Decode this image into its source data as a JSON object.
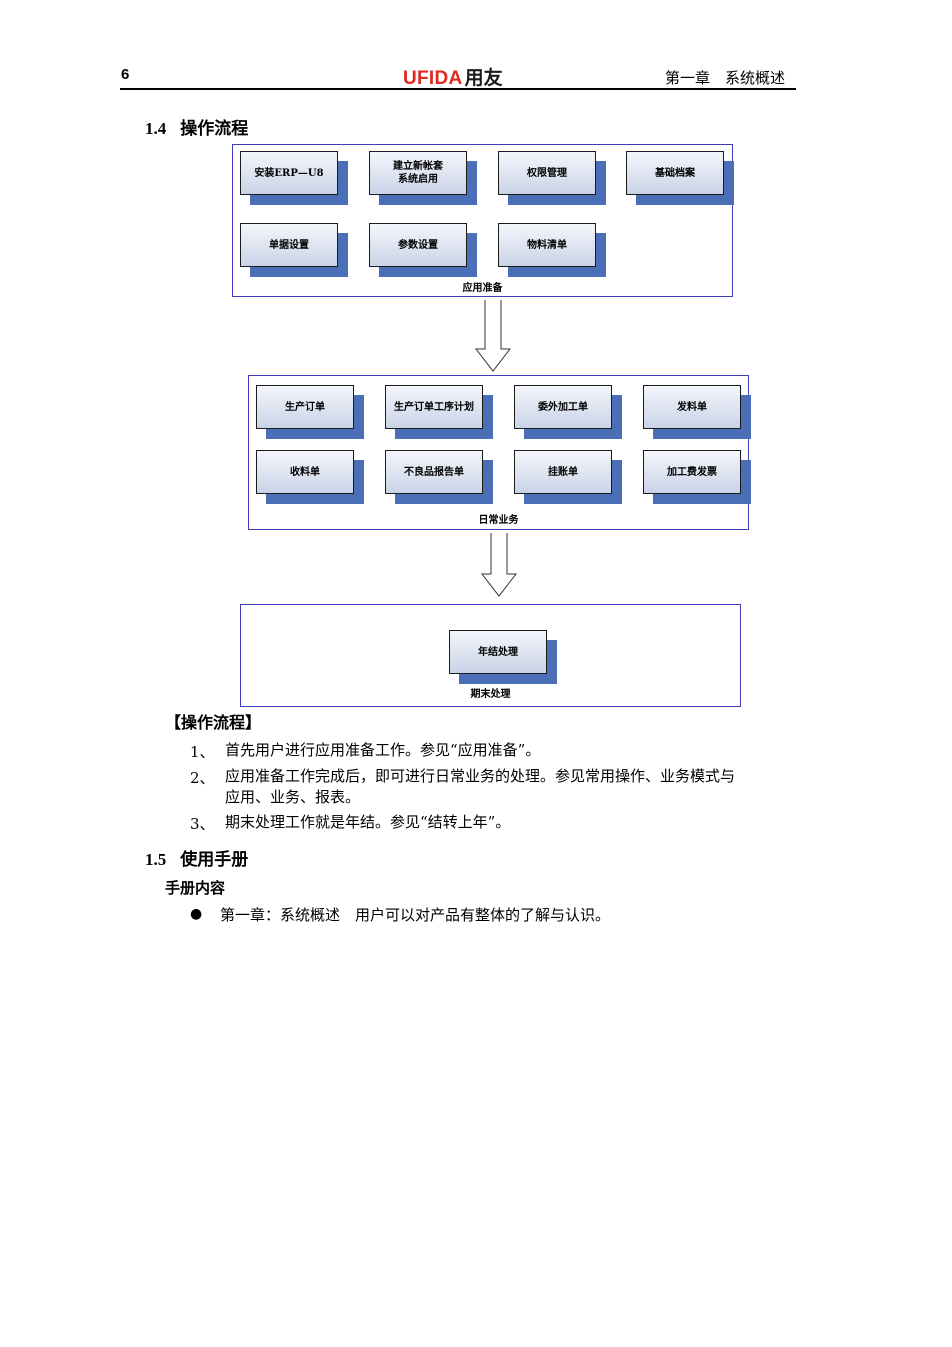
{
  "header": {
    "page_number": "6",
    "logo_brand": "UFIDA",
    "logo_cn": "用友",
    "chapter": "第一章　系统概述"
  },
  "section_1_4": {
    "number": "1.4",
    "title": "操作流程"
  },
  "diagram": {
    "prep": {
      "label": "应用准备",
      "boxes": [
        "安装ERP—U8",
        "建立新帐套\n系统启用",
        "权限管理",
        "基础档案",
        "单据设置",
        "参数设置",
        "物料清单"
      ]
    },
    "daily": {
      "label": "日常业务",
      "boxes": [
        "生产订单",
        "生产订单工序计划",
        "委外加工单",
        "发料单",
        "收料单",
        "不良品报告单",
        "挂账单",
        "加工费发票"
      ]
    },
    "period": {
      "label": "期末处理",
      "boxes": [
        "年结处理"
      ]
    }
  },
  "flow_notes": {
    "heading": "【操作流程】",
    "items": [
      {
        "num": "1、",
        "lines": [
          "首先用户进行应用准备工作。参见“应用准备”。"
        ]
      },
      {
        "num": "2、",
        "lines": [
          "应用准备工作完成后，即可进行日常业务的处理。参见常用操作、业务模式与",
          "应用、业务、报表。"
        ]
      },
      {
        "num": "3、",
        "lines": [
          "期末处理工作就是年结。参见“结转上年”。"
        ]
      }
    ]
  },
  "section_1_5": {
    "number": "1.5",
    "title": "使用手册"
  },
  "manual": {
    "subheading": "手册内容",
    "bullet": "●",
    "items": [
      "第一章：系统概述　用户可以对产品有整体的了解与认识。"
    ]
  }
}
